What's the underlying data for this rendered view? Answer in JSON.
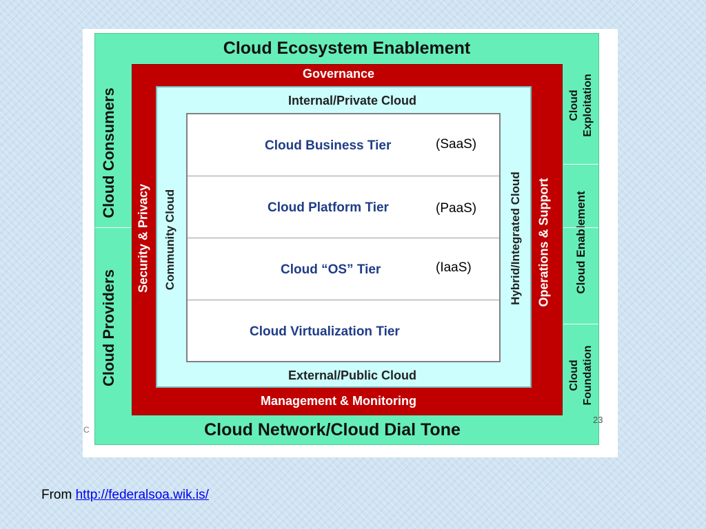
{
  "diagram": {
    "top_title": "Cloud Ecosystem Enablement",
    "bottom_title": "Cloud Network/Cloud Dial Tone",
    "governance": "Governance",
    "management": "Management & Monitoring",
    "internal_cloud": "Internal/Private Cloud",
    "external_cloud": "External/Public Cloud",
    "left_outer_top": "Cloud Consumers",
    "left_outer_bottom": "Cloud Providers",
    "security": "Security & Privacy",
    "community": "Community Cloud",
    "hybrid": "Hybrid/Integrated Cloud",
    "operations": "Operations & Support",
    "right_exploitation": [
      "Cloud",
      "Exploitation"
    ],
    "right_enablement": "Cloud Enablement",
    "right_foundation": [
      "Cloud",
      "Foundation"
    ],
    "tiers": [
      {
        "label": "Cloud Business Tier",
        "service": "(SaaS)"
      },
      {
        "label": "Cloud Platform Tier",
        "service": "(PaaS)"
      },
      {
        "label": "Cloud “OS” Tier",
        "service": "(IaaS)"
      },
      {
        "label": "Cloud Virtualization Tier",
        "service": ""
      }
    ],
    "page_number": "23",
    "corner_fragment": "C"
  },
  "footer": {
    "prefix": "From",
    "link_text": "http://federalsoa.wik.is/"
  },
  "colors": {
    "outer_band": "#66eeb8",
    "red_band": "#c00000",
    "cyan_band": "#ccfefe",
    "tier_text": "#1f3c88",
    "link": "#0000ee"
  }
}
